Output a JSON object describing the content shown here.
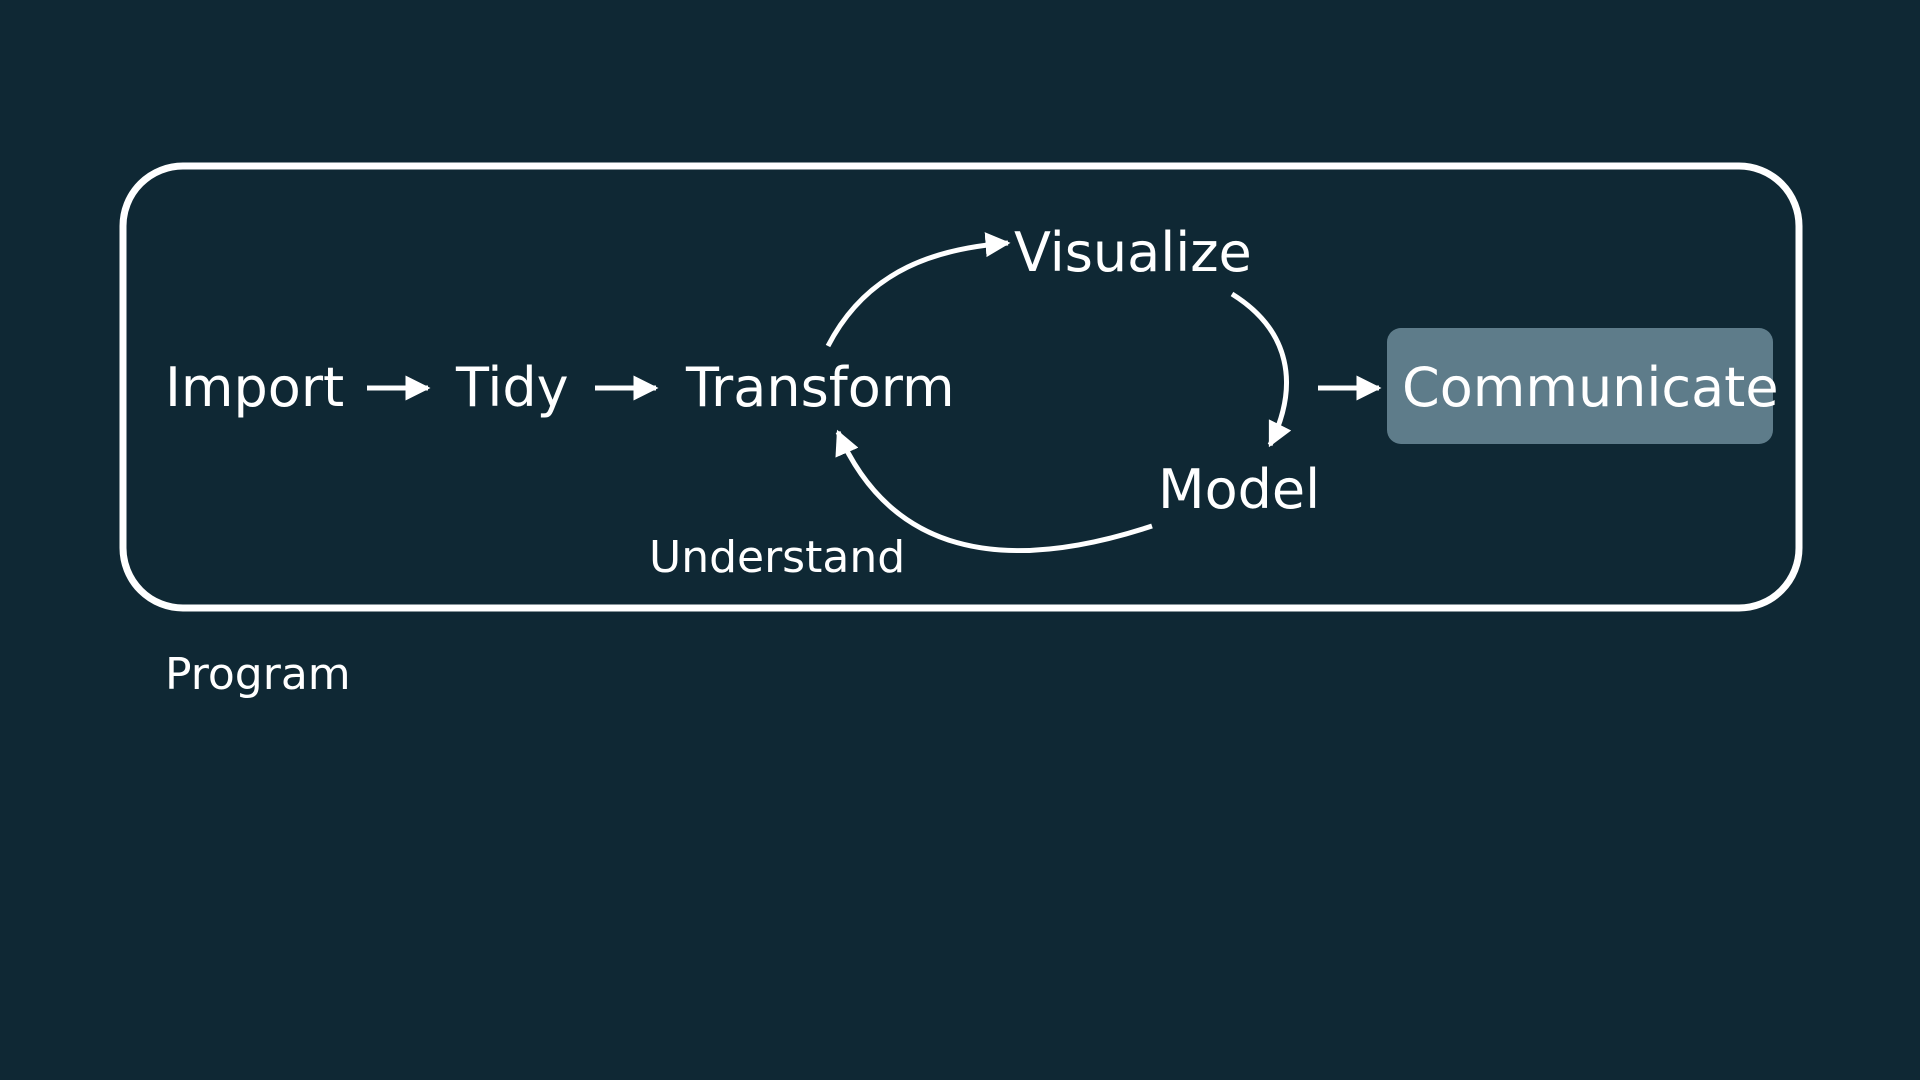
{
  "nodes": {
    "import": "Import",
    "tidy": "Tidy",
    "transform": "Transform",
    "visualize": "Visualize",
    "model": "Model",
    "communicate": "Communicate"
  },
  "labels": {
    "understand": "Understand",
    "program": "Program"
  },
  "colors": {
    "background": "#0f2834",
    "foreground": "#ffffff",
    "highlight": "#5e7c8a"
  }
}
